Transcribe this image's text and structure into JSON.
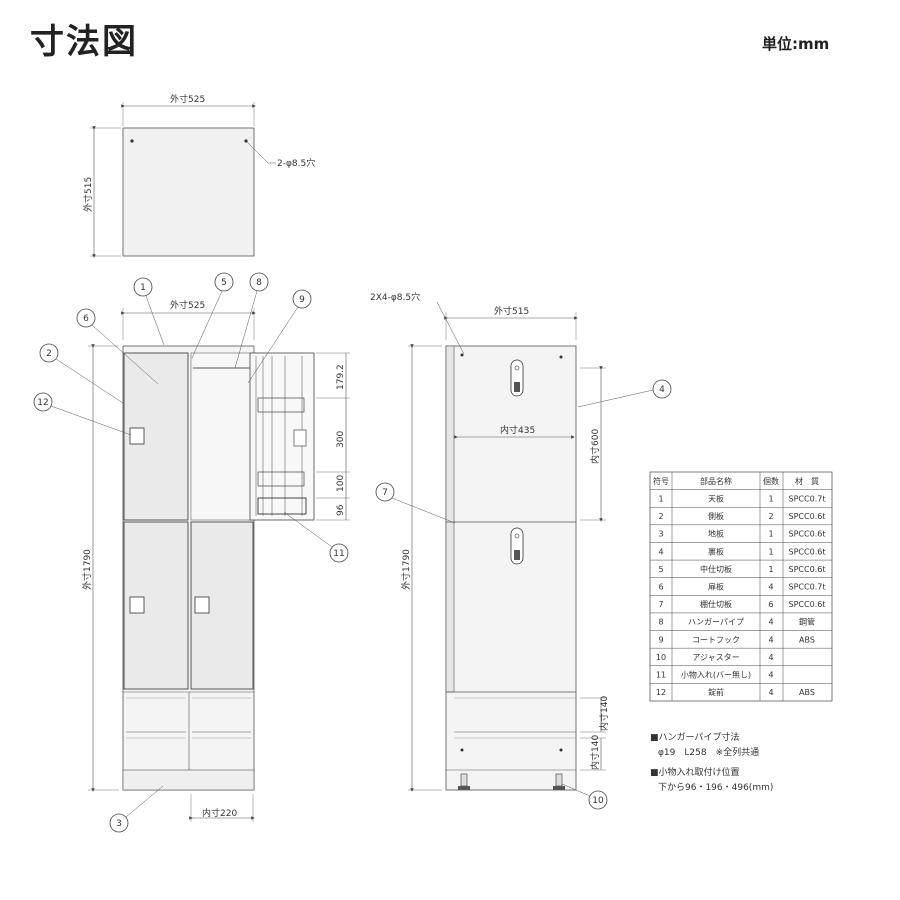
{
  "title": "寸法図",
  "unit": "単位:mm",
  "top_view": {
    "width_label": "外寸525",
    "depth_label": "外寸515",
    "hole_label": "2-φ8.5穴"
  },
  "front_view": {
    "width_label": "外寸525",
    "height_label": "外寸1790",
    "inner_width_label": "内寸220",
    "inner_dims": [
      "179.2",
      "300",
      "100",
      "96"
    ]
  },
  "side_view": {
    "hole_label": "2X4-φ8.5穴",
    "depth_label": "外寸515",
    "inner_depth_label": "内寸435",
    "height_label": "外寸1790",
    "inner_height_label": "内寸600",
    "drawer_height_1": "内寸140",
    "drawer_height_2": "内寸140"
  },
  "callouts": [
    "1",
    "2",
    "3",
    "4",
    "5",
    "6",
    "7",
    "8",
    "9",
    "10",
    "11",
    "12"
  ],
  "parts_table": {
    "headers": [
      "符号",
      "部品名称",
      "個数",
      "材　質"
    ],
    "rows": [
      [
        "1",
        "天板",
        "1",
        "SPCC0.7t"
      ],
      [
        "2",
        "側板",
        "2",
        "SPCC0.6t"
      ],
      [
        "3",
        "地板",
        "1",
        "SPCC0.6t"
      ],
      [
        "4",
        "裏板",
        "1",
        "SPCC0.6t"
      ],
      [
        "5",
        "中仕切板",
        "1",
        "SPCC0.6t"
      ],
      [
        "6",
        "扉板",
        "4",
        "SPCC0.7t"
      ],
      [
        "7",
        "棚仕切板",
        "6",
        "SPCC0.6t"
      ],
      [
        "8",
        "ハンガーパイプ",
        "4",
        "鋼管"
      ],
      [
        "9",
        "コートフック",
        "4",
        "ABS"
      ],
      [
        "10",
        "アジャスター",
        "4",
        ""
      ],
      [
        "11",
        "小物入れ(バー無し)",
        "4",
        ""
      ],
      [
        "12",
        "錠前",
        "4",
        "ABS"
      ]
    ]
  },
  "notes": {
    "hanger_title": "■ハンガーパイプ寸法",
    "hanger_spec": "φ19　L258　※全列共通",
    "shelf_title": "■小物入れ取付け位置",
    "shelf_spec": "下から96・196・496(mm)"
  }
}
